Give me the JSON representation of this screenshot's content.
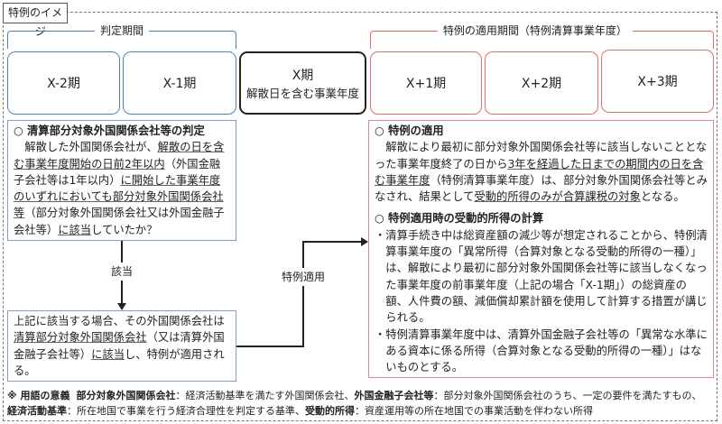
{
  "title": "特例のイメージ",
  "brackets": {
    "judgment": "判定期間",
    "application": "特例の適用期間（特例清算事業年度）"
  },
  "periods": [
    {
      "label": "X-2期"
    },
    {
      "label": "X-1期"
    },
    {
      "label": "X期",
      "sub": "解散日を含む事業年度"
    },
    {
      "label": "X+1期"
    },
    {
      "label": "X+2期"
    },
    {
      "label": "X+3期"
    }
  ],
  "left_panel": {
    "heading": "○ 清算部分対象外国関係会社等の判定",
    "p1": "解散した外国関係会社が、",
    "p2_u": "解散の日を含む事業年度開始の日前2年以内",
    "p3": "（外国金融子会社等は1年以内）",
    "p4_u": "に開始した事業年度のいずれにおいても部分対象外国関係会社等",
    "p5": "（部分対象外国関係会社又は外国金融子会社等）",
    "p6_u": "に該当",
    "p7": "していたか？"
  },
  "arrows": {
    "applies": "該当",
    "special_apply": "特例適用"
  },
  "result_panel": {
    "t1": "上記に該当する場合、その外国関係会社は",
    "t2_u": "清算部分対象外国関係会社",
    "t3": "（又は清算外国金融子会社等）",
    "t4_u": "に該当",
    "t5": "し、特例が適用される。"
  },
  "right_panel": {
    "heading1": "○ 特例の適用",
    "a1": "解散により最初に部分対象外国関係会社等に該当しないこととなった事業年度終了の日から",
    "a2_u": "3年を経過した日までの期間内の日を含む事業年度",
    "a3": "（特例清算事業年度）は、部分対象外国関係会社等とみなされ、結果として",
    "a4_u": "受動的所得のみが合算課税の対象",
    "a5": "となる。",
    "heading2": "○ 特例適用時の受動的所得の計算",
    "bullet1": "・清算手続き中は総資産額の減少等が想定されることから、特例清算事業年度の「異常所得（合算対象となる受動的所得の一種）」は、解散により最初に部分対象外国関係会社等に該当しなくなった事業年度の前事業年度（上記の場合「X-1期」）の総資産の額、人件費の額、減価償却累計額を使用して計算する措置が講じられる。",
    "bullet2": "・特例清算事業年度中は、清算外国金融子会社等の「異常な水準にある資本に係る所得（合算対象となる受動的所得の一種）」はないものとする。"
  },
  "footnote": {
    "mark": "※ 用語の意義",
    "term1": "部分対象外国関係会社",
    "def1": "：経済活動基準を満たす外国関係会社、",
    "term2": "外国金融子会社等",
    "def2": "：部分対象外国関係会社のうち、一定の要件を満たすもの、",
    "term3": "経済活動基準",
    "def3": "：所在地国で事業を行う経済合理性を判定する基準、",
    "term4": "受動的所得",
    "def4": "：資産運用等の所在地国での事業活動を伴わない所得"
  },
  "colors": {
    "blue": "#4f7fc0",
    "red": "#e07070"
  }
}
